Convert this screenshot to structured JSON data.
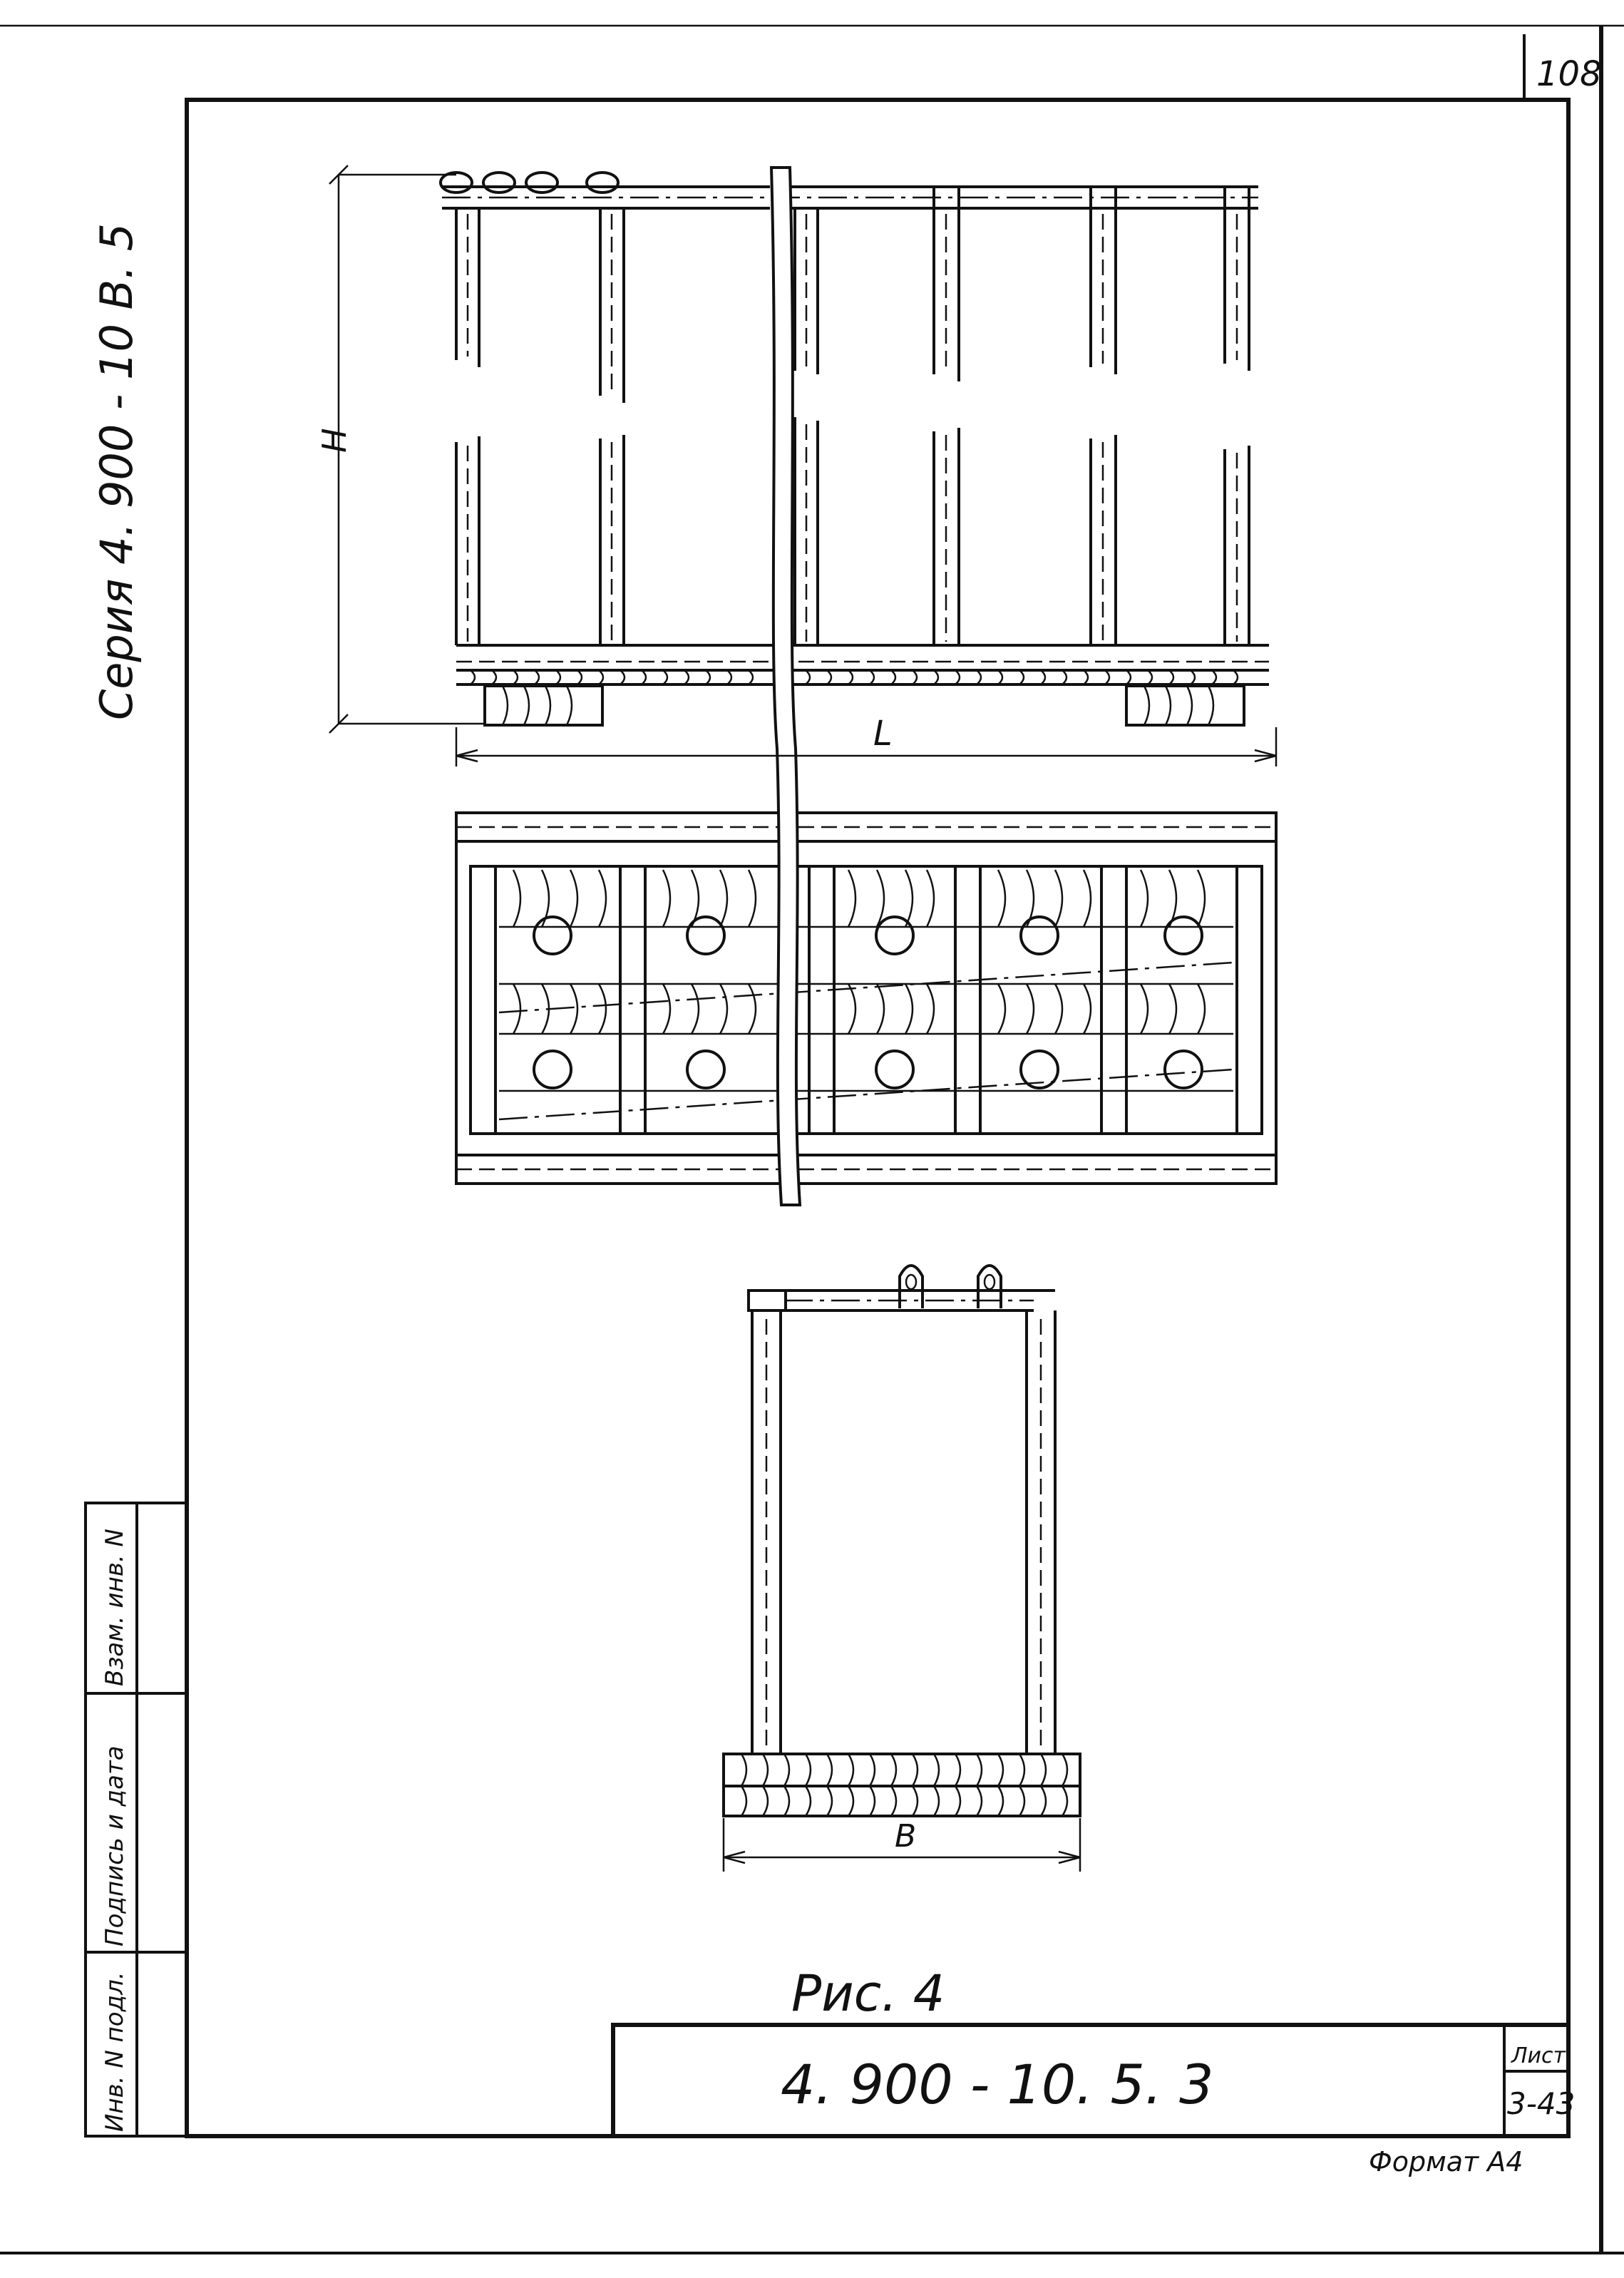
{
  "sheet": {
    "page_number": "108",
    "series_stamp": "Серия 4. 900 - 10 В. 5",
    "figure_caption": "Рис. 4",
    "designation": "4. 900 - 10. 5. 3",
    "sheet_label": "Лист",
    "sheet_number": "3-43",
    "format": "Формат А4"
  },
  "side_stamp": {
    "col1": "Инв. N подл.",
    "col2": "Подпись и дата",
    "col3": "Взам. инв. N"
  },
  "dimensions": {
    "height": "Н",
    "length": "L",
    "width": "В"
  }
}
